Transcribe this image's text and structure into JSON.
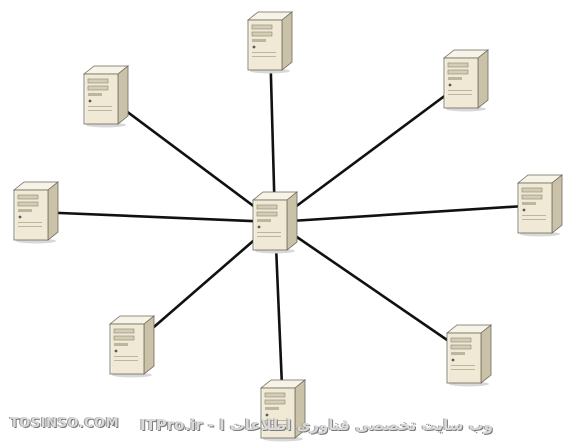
{
  "diagram": {
    "type": "star-topology",
    "hub": {
      "id": "hub-server",
      "icon": "server-icon"
    },
    "nodes": [
      {
        "id": "server-top",
        "icon": "server-icon"
      },
      {
        "id": "server-top-right",
        "icon": "server-icon"
      },
      {
        "id": "server-right",
        "icon": "server-icon"
      },
      {
        "id": "server-bottom-right",
        "icon": "server-icon"
      },
      {
        "id": "server-bottom",
        "icon": "server-icon"
      },
      {
        "id": "server-bottom-left",
        "icon": "server-icon"
      },
      {
        "id": "server-left",
        "icon": "server-icon"
      },
      {
        "id": "server-top-left",
        "icon": "server-icon"
      }
    ],
    "colors": {
      "link": "#111111",
      "server_front": "#efe9d6",
      "server_side": "#c9c2a8",
      "server_top": "#f7f3e6",
      "outline": "#6e6a5c"
    }
  },
  "watermark": {
    "left": "TOSINSO.COM",
    "right": "ITPro.ir - وب سایت تخصصی فناوری اطلاعات ا"
  }
}
